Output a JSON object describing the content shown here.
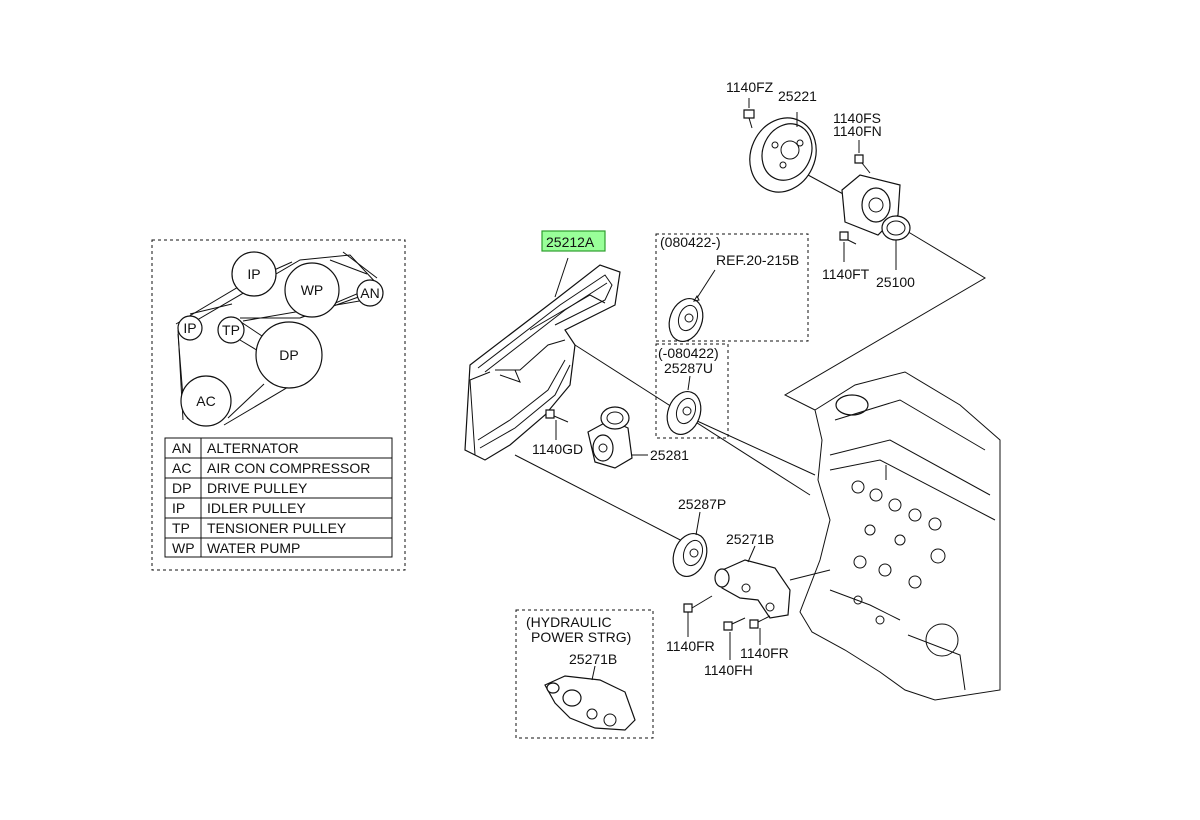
{
  "belt_schematic": {
    "pulleys": [
      {
        "code": "IP"
      },
      {
        "code": "WP"
      },
      {
        "code": "AN"
      },
      {
        "code": "IP"
      },
      {
        "code": "TP"
      },
      {
        "code": "DP"
      },
      {
        "code": "AC"
      }
    ]
  },
  "legend": [
    {
      "code": "AN",
      "name": "ALTERNATOR"
    },
    {
      "code": "AC",
      "name": "AIR CON COMPRESSOR"
    },
    {
      "code": "DP",
      "name": "DRIVE PULLEY"
    },
    {
      "code": "IP",
      "name": "IDLER PULLEY"
    },
    {
      "code": "TP",
      "name": "TENSIONER PULLEY"
    },
    {
      "code": "WP",
      "name": "WATER PUMP"
    }
  ],
  "callouts": {
    "belt": "25212A",
    "pulley_bolt_top": "1140FZ",
    "water_pump_pulley": "25221",
    "wp_bolt_fs": "1140FS",
    "wp_bolt_fn": "1140FN",
    "wp_bolt_ft": "1140FT",
    "water_pump": "25100",
    "idler_after_date": "(080422-)",
    "idler_ref": "REF.20-215B",
    "idler_before_date": "(-080422)",
    "idler_pulley": "25287U",
    "tensioner_bolt": "1140GD",
    "tensioner": "25281",
    "idler_lower": "25287P",
    "bracket": "25271B",
    "bracket_bolt_fr_left": "1140FR",
    "bracket_bolt_fh": "1140FH",
    "bracket_bolt_fr_right": "1140FR",
    "hydraulic_line1": "(HYDRAULIC",
    "hydraulic_line2": "POWER STRG)",
    "hydraulic_bracket": "25271B"
  },
  "colors": {
    "highlight_fill": "#99ff99",
    "highlight_border": "#2e9e2e",
    "line": "#111111"
  }
}
